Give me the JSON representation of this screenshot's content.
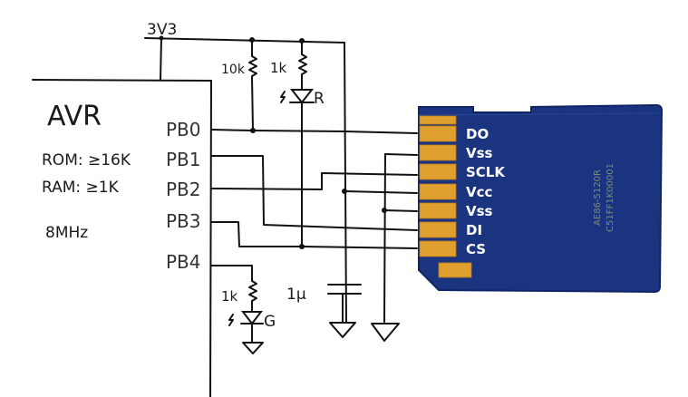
{
  "title": "AVR to SD card SPI wiring schematic",
  "power": {
    "label": "3V3"
  },
  "mcu": {
    "name": "AVR",
    "specs": [
      "ROM: ≥16K",
      "RAM: ≥1K",
      "8MHz"
    ],
    "pins": [
      "PB0",
      "PB1",
      "PB2",
      "PB3",
      "PB4"
    ]
  },
  "components": {
    "pullup_resistor": "10k",
    "led_red_resistor": "1k",
    "led_red_label": "R",
    "led_green_resistor": "1k",
    "led_green_label": "G",
    "decoupling_cap": "1μ"
  },
  "sd_card": {
    "pins": [
      "DO",
      "Vss",
      "SCLK",
      "Vcc",
      "Vss",
      "DI",
      "CS"
    ],
    "print_line1": "AE86-5120R",
    "print_line2": "C51FF1K00001",
    "colors": {
      "body": "#1a3480",
      "contact": "#e0a030",
      "edge": "#0f2466"
    }
  },
  "connections": [
    {
      "from": "PB0",
      "to": "DO"
    },
    {
      "from": "PB1",
      "to": "DI"
    },
    {
      "from": "PB2",
      "to": "SCLK"
    },
    {
      "from": "PB3",
      "to": "CS"
    },
    {
      "from": "PB4",
      "to": "LED G"
    },
    {
      "from": "3V3",
      "to": "Vcc"
    },
    {
      "from": "GND",
      "to": "Vss"
    }
  ]
}
